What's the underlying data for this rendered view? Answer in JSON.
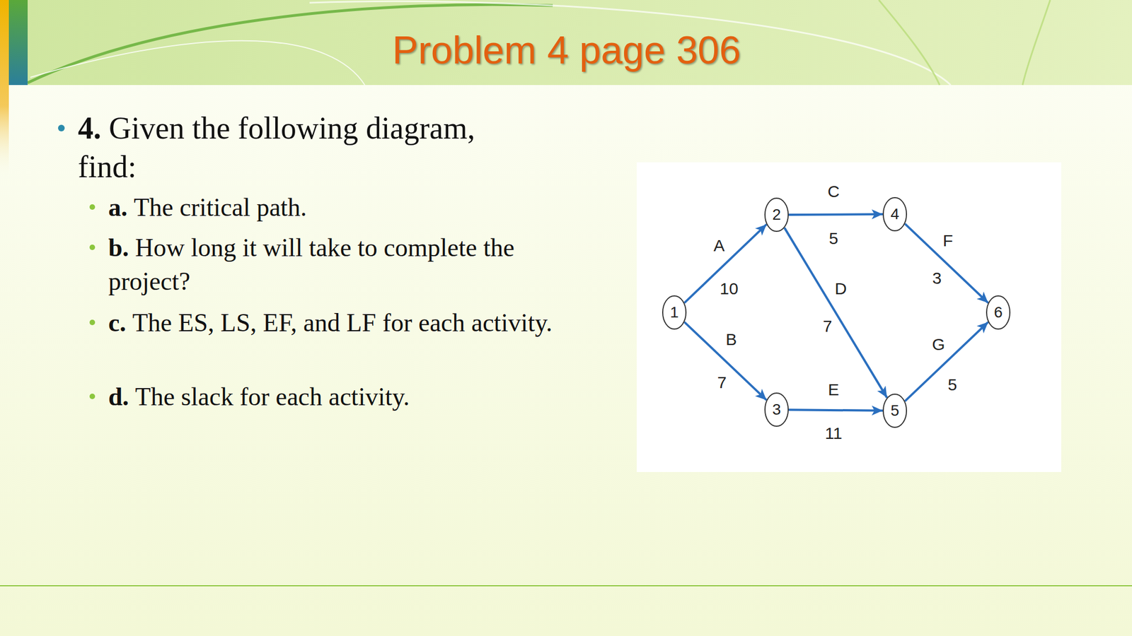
{
  "diagram": {
    "title": "Problem 4 page 306",
    "nodes": [
      {
        "text": [
          "1"
        ]
      },
      {
        "text": [
          "2"
        ]
      },
      {
        "text": [
          "3"
        ]
      },
      {
        "text": [
          "4"
        ]
      },
      {
        "text": [
          "5"
        ]
      },
      {
        "text": [
          "6"
        ]
      }
    ],
    "edges": [
      {
        "from": 0,
        "to": 1,
        "arrow": "to",
        "label": "A"
      },
      {
        "from": 0,
        "to": 2,
        "arrow": "to",
        "label": "B"
      },
      {
        "from": 1,
        "to": 3,
        "arrow": "to",
        "label": "C"
      },
      {
        "from": 1,
        "to": 4,
        "arrow": "to",
        "label": "D"
      },
      {
        "from": 2,
        "to": 4,
        "arrow": "to",
        "label": "E"
      },
      {
        "from": 3,
        "to": 5,
        "arrow": "to",
        "label": "F"
      },
      {
        "from": 4,
        "to": 5,
        "arrow": "to",
        "label": "G"
      }
    ],
    "labels": [
      "4.",
      "Given the following diagram, find:",
      "a.",
      "The critical path.",
      "b.",
      "How long it will take to complete the project?",
      "c.",
      "The ES, LS, EF, and LF for each activity.",
      "d.",
      "The slack for each activity.",
      "10",
      "7",
      "5",
      "7",
      "11",
      "3",
      "5"
    ]
  }
}
